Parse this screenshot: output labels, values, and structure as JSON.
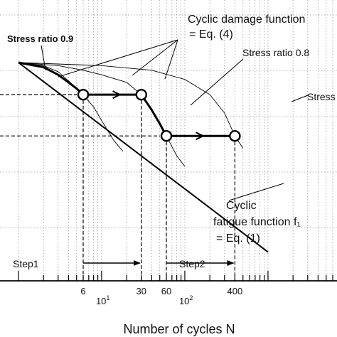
{
  "chart_data": {
    "type": "line",
    "x_scale": "log",
    "grid": "dotted",
    "xlabel": "Number of cycles N",
    "x_ticks": [
      {
        "value": 6,
        "label": "6"
      },
      {
        "value": 10,
        "label": "10",
        "exp": "1"
      },
      {
        "value": 30,
        "label": "30"
      },
      {
        "value": 60,
        "label": "60"
      },
      {
        "value": 100,
        "label": "10",
        "exp": "2"
      },
      {
        "value": 400,
        "label": "400"
      }
    ],
    "annotations": {
      "cyclic_damage_function": [
        "Cyclic damage function",
        "= Eq. (4)"
      ],
      "stress_ratio_09": "Stress ratio 0.9",
      "stress_ratio_08": "Stress ratio 0.8",
      "stress_ratio_other": "Stress",
      "cyclic_fatigue_function": [
        "Cyclic",
        "fatigue function f₁",
        "= Eq. (1)"
      ],
      "step1": "Step1",
      "step2": "Step2"
    },
    "series": [
      {
        "role": "fatigue",
        "points": [
          [
            1,
            1.0
          ],
          [
            1000,
            0.38
          ]
        ]
      },
      {
        "role": "damage-0.9",
        "points": [
          [
            1,
            1.0
          ],
          [
            2,
            0.99
          ],
          [
            3,
            0.97
          ],
          [
            4,
            0.94
          ],
          [
            6,
            0.895
          ],
          [
            8,
            0.855
          ],
          [
            10,
            0.81
          ],
          [
            14,
            0.745
          ],
          [
            18,
            0.71
          ]
        ]
      },
      {
        "role": "damage-0.8",
        "points": [
          [
            1,
            1.0
          ],
          [
            3,
            0.99
          ],
          [
            6,
            0.975
          ],
          [
            10,
            0.96
          ],
          [
            20,
            0.935
          ],
          [
            30,
            0.895
          ],
          [
            40,
            0.845
          ],
          [
            50,
            0.805
          ],
          [
            60,
            0.76
          ],
          [
            80,
            0.695
          ],
          [
            100,
            0.66
          ]
        ]
      },
      {
        "role": "damage-other",
        "points": [
          [
            1,
            1.0
          ],
          [
            10,
            0.99
          ],
          [
            40,
            0.975
          ],
          [
            100,
            0.945
          ],
          [
            200,
            0.895
          ],
          [
            300,
            0.835
          ],
          [
            400,
            0.76
          ],
          [
            500,
            0.72
          ]
        ]
      },
      {
        "role": "path",
        "points": [
          [
            1,
            1.0
          ],
          [
            2,
            0.985
          ],
          [
            3,
            0.96
          ],
          [
            4,
            0.935
          ],
          [
            5,
            0.915
          ],
          [
            6,
            0.895
          ],
          [
            30,
            0.895
          ],
          [
            40,
            0.845
          ],
          [
            50,
            0.8
          ],
          [
            60,
            0.76
          ],
          [
            400,
            0.76
          ]
        ]
      }
    ],
    "markers": [
      [
        6,
        0.895
      ],
      [
        30,
        0.895
      ],
      [
        60,
        0.76
      ],
      [
        400,
        0.76
      ]
    ],
    "arrows_on_path": [
      [
        15,
        0.895
      ],
      [
        150,
        0.76
      ]
    ],
    "drop_lines": [
      6,
      30,
      60,
      400
    ],
    "step_arrows": [
      {
        "from": 6,
        "to": 30
      },
      {
        "from": 60,
        "to": 400
      }
    ]
  }
}
